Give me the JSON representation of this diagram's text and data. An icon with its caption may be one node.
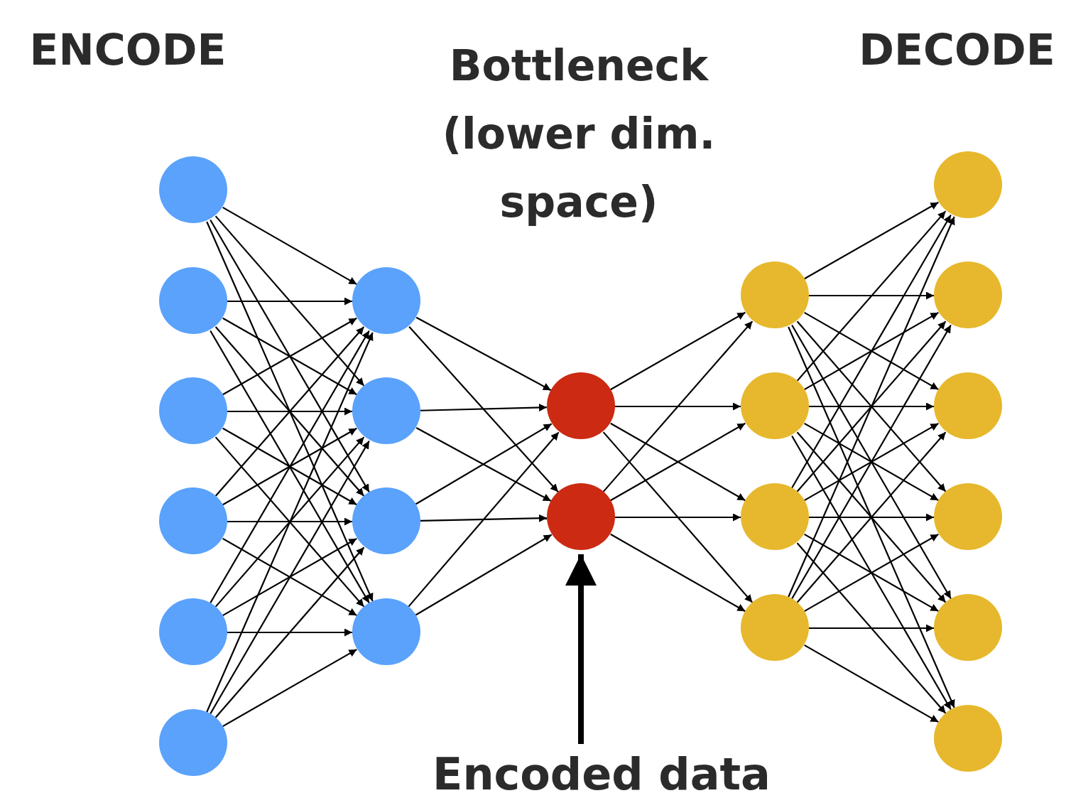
{
  "diagram": {
    "nodes": [
      {
        "text": [],
        "shape": "circle"
      },
      {
        "text": [],
        "shape": "circle"
      },
      {
        "text": [],
        "shape": "circle"
      },
      {
        "text": [],
        "shape": "circle"
      },
      {
        "text": [],
        "shape": "circle"
      },
      {
        "text": [],
        "shape": "circle"
      },
      {
        "text": [],
        "shape": "circle"
      },
      {
        "text": [],
        "shape": "circle"
      },
      {
        "text": [],
        "shape": "circle"
      },
      {
        "text": [],
        "shape": "circle"
      },
      {
        "text": [],
        "shape": "circle"
      },
      {
        "text": [],
        "shape": "circle"
      },
      {
        "text": [],
        "shape": "circle"
      },
      {
        "text": [],
        "shape": "circle"
      },
      {
        "text": [],
        "shape": "circle"
      },
      {
        "text": [],
        "shape": "circle"
      },
      {
        "text": [],
        "shape": "circle"
      },
      {
        "text": [],
        "shape": "circle"
      },
      {
        "text": [],
        "shape": "circle"
      },
      {
        "text": [],
        "shape": "circle"
      },
      {
        "text": [],
        "shape": "circle"
      },
      {
        "text": [],
        "shape": "circle"
      },
      {
        "text": [
          "Encoded data"
        ]
      }
    ],
    "edges": [
      {
        "from": 0,
        "to": 6,
        "arrow": "to"
      },
      {
        "from": 0,
        "to": 7,
        "arrow": "to"
      },
      {
        "from": 0,
        "to": 8,
        "arrow": "to"
      },
      {
        "from": 0,
        "to": 9,
        "arrow": "to"
      },
      {
        "from": 1,
        "to": 6,
        "arrow": "to"
      },
      {
        "from": 1,
        "to": 7,
        "arrow": "to"
      },
      {
        "from": 1,
        "to": 8,
        "arrow": "to"
      },
      {
        "from": 1,
        "to": 9,
        "arrow": "to"
      },
      {
        "from": 2,
        "to": 6,
        "arrow": "to"
      },
      {
        "from": 2,
        "to": 7,
        "arrow": "to"
      },
      {
        "from": 2,
        "to": 8,
        "arrow": "to"
      },
      {
        "from": 2,
        "to": 9,
        "arrow": "to"
      },
      {
        "from": 3,
        "to": 6,
        "arrow": "to"
      },
      {
        "from": 3,
        "to": 7,
        "arrow": "to"
      },
      {
        "from": 3,
        "to": 8,
        "arrow": "to"
      },
      {
        "from": 3,
        "to": 9,
        "arrow": "to"
      },
      {
        "from": 4,
        "to": 6,
        "arrow": "to"
      },
      {
        "from": 4,
        "to": 7,
        "arrow": "to"
      },
      {
        "from": 4,
        "to": 8,
        "arrow": "to"
      },
      {
        "from": 4,
        "to": 9,
        "arrow": "to"
      },
      {
        "from": 5,
        "to": 6,
        "arrow": "to"
      },
      {
        "from": 5,
        "to": 7,
        "arrow": "to"
      },
      {
        "from": 5,
        "to": 8,
        "arrow": "to"
      },
      {
        "from": 5,
        "to": 9,
        "arrow": "to"
      },
      {
        "from": 6,
        "to": 10,
        "arrow": "to"
      },
      {
        "from": 6,
        "to": 11,
        "arrow": "to"
      },
      {
        "from": 7,
        "to": 10,
        "arrow": "to"
      },
      {
        "from": 7,
        "to": 11,
        "arrow": "to"
      },
      {
        "from": 8,
        "to": 10,
        "arrow": "to"
      },
      {
        "from": 8,
        "to": 11,
        "arrow": "to"
      },
      {
        "from": 9,
        "to": 10,
        "arrow": "to"
      },
      {
        "from": 9,
        "to": 11,
        "arrow": "to"
      },
      {
        "from": 10,
        "to": 12,
        "arrow": "to"
      },
      {
        "from": 10,
        "to": 13,
        "arrow": "to"
      },
      {
        "from": 10,
        "to": 14,
        "arrow": "to"
      },
      {
        "from": 10,
        "to": 15,
        "arrow": "to"
      },
      {
        "from": 11,
        "to": 12,
        "arrow": "to"
      },
      {
        "from": 11,
        "to": 13,
        "arrow": "to"
      },
      {
        "from": 11,
        "to": 14,
        "arrow": "to"
      },
      {
        "from": 11,
        "to": 15,
        "arrow": "to"
      },
      {
        "from": 12,
        "to": 16,
        "arrow": "to"
      },
      {
        "from": 12,
        "to": 17,
        "arrow": "to"
      },
      {
        "from": 12,
        "to": 18,
        "arrow": "to"
      },
      {
        "from": 12,
        "to": 19,
        "arrow": "to"
      },
      {
        "from": 12,
        "to": 20,
        "arrow": "to"
      },
      {
        "from": 12,
        "to": 21,
        "arrow": "to"
      },
      {
        "from": 13,
        "to": 16,
        "arrow": "to"
      },
      {
        "from": 13,
        "to": 17,
        "arrow": "to"
      },
      {
        "from": 13,
        "to": 18,
        "arrow": "to"
      },
      {
        "from": 13,
        "to": 19,
        "arrow": "to"
      },
      {
        "from": 13,
        "to": 20,
        "arrow": "to"
      },
      {
        "from": 13,
        "to": 21,
        "arrow": "to"
      },
      {
        "from": 14,
        "to": 16,
        "arrow": "to"
      },
      {
        "from": 14,
        "to": 17,
        "arrow": "to"
      },
      {
        "from": 14,
        "to": 18,
        "arrow": "to"
      },
      {
        "from": 14,
        "to": 19,
        "arrow": "to"
      },
      {
        "from": 14,
        "to": 20,
        "arrow": "to"
      },
      {
        "from": 14,
        "to": 21,
        "arrow": "to"
      },
      {
        "from": 15,
        "to": 16,
        "arrow": "to"
      },
      {
        "from": 15,
        "to": 17,
        "arrow": "to"
      },
      {
        "from": 15,
        "to": 18,
        "arrow": "to"
      },
      {
        "from": 15,
        "to": 19,
        "arrow": "to"
      },
      {
        "from": 15,
        "to": 20,
        "arrow": "to"
      },
      {
        "from": 15,
        "to": 21,
        "arrow": "to"
      },
      {
        "from": 22,
        "to": 11,
        "arrow": "to",
        "style": "thick"
      }
    ],
    "labels": [
      "ENCODE",
      "Bottleneck (lower dim. space)",
      "DECODE"
    ]
  }
}
